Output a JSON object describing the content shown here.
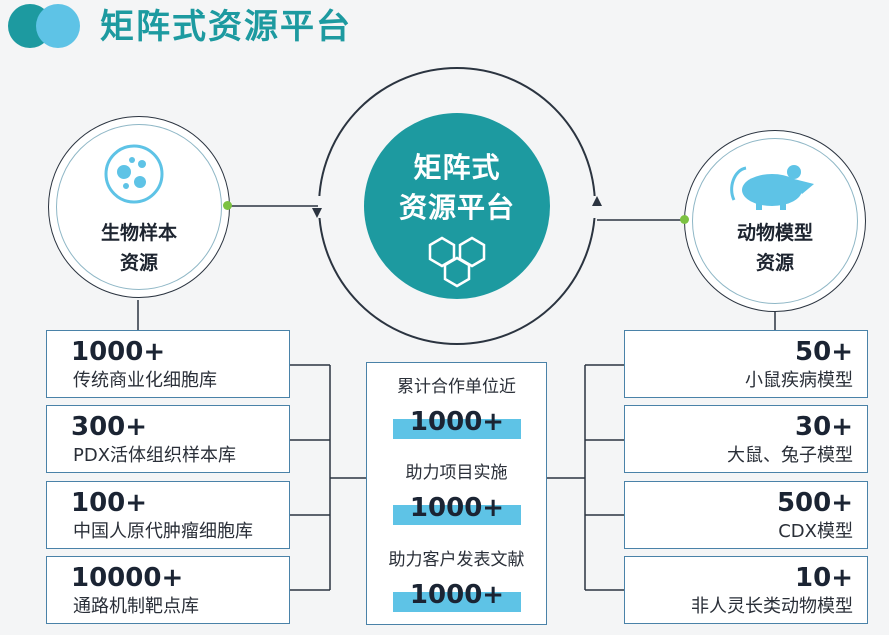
{
  "header": {
    "title": "矩阵式资源平台"
  },
  "center": {
    "line1": "矩阵式",
    "line2": "资源平台"
  },
  "left_circle": {
    "line1": "生物样本",
    "line2": "资源"
  },
  "right_circle": {
    "line1": "动物模型",
    "line2": "资源"
  },
  "left_items": [
    {
      "num": "1000+",
      "label": "传统商业化细胞库"
    },
    {
      "num": "300+",
      "label": "PDX活体组织样本库"
    },
    {
      "num": "100+",
      "label": "中国人原代肿瘤细胞库"
    },
    {
      "num": "10000+",
      "label": "通路机制靶点库"
    }
  ],
  "right_items": [
    {
      "num": "50+",
      "label": "小鼠疾病模型"
    },
    {
      "num": "30+",
      "label": "大鼠、兔子模型"
    },
    {
      "num": "500+",
      "label": "CDX模型"
    },
    {
      "num": "10+",
      "label": "非人灵长类动物模型"
    }
  ],
  "middle_items": [
    {
      "label": "累计合作单位近",
      "num": "1000+"
    },
    {
      "label": "助力项目实施",
      "num": "1000+"
    },
    {
      "label": "助力客户发表文献",
      "num": "1000+"
    }
  ],
  "colors": {
    "teal": "#1d9aa0",
    "light_blue": "#5ec3e6",
    "box_border": "#4a82a8",
    "node_dot": "#7cc242"
  },
  "icons": {
    "header": "overlapping-circles-icon",
    "left": "cells-icon",
    "right": "mouse-icon",
    "center": "hexagons-icon"
  }
}
